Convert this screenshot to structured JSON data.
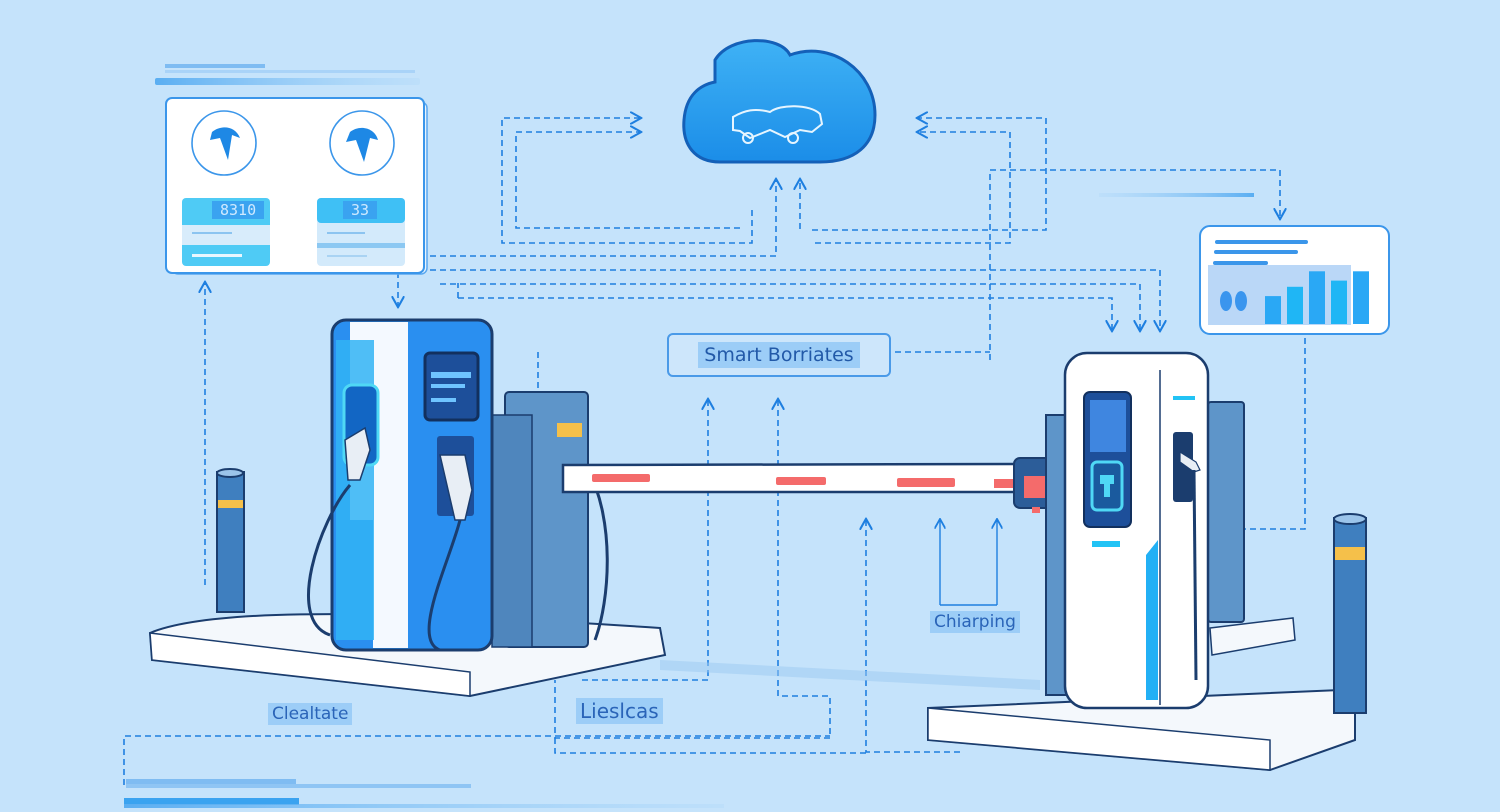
{
  "diagram": {
    "title": "Smart EV charging and parking system",
    "labels": {
      "center": "Smart Borriates",
      "bottom_left": "Clealtate",
      "bottom_middle": "Lieslcas",
      "right_middle": "Chiarping"
    },
    "cloud": {
      "icon": "car-cloud-icon"
    },
    "dashboard_panel": {
      "readouts": [
        "8310",
        "33"
      ],
      "gauges": [
        "gauge-icon",
        "gauge-icon"
      ]
    },
    "analytics_panel": {
      "icon": "bar-chart-icon",
      "bar_levels": [
        0.45,
        0.6,
        0.85,
        0.7,
        0.85
      ]
    },
    "colors": {
      "background": "#c5e3fb",
      "accent": "#1e88e5",
      "cyan": "#22c3f5",
      "barrier_stripe": "#f46b6b",
      "bollard_band": "#f5c04a",
      "dark_outline": "#1b3d6e"
    }
  }
}
